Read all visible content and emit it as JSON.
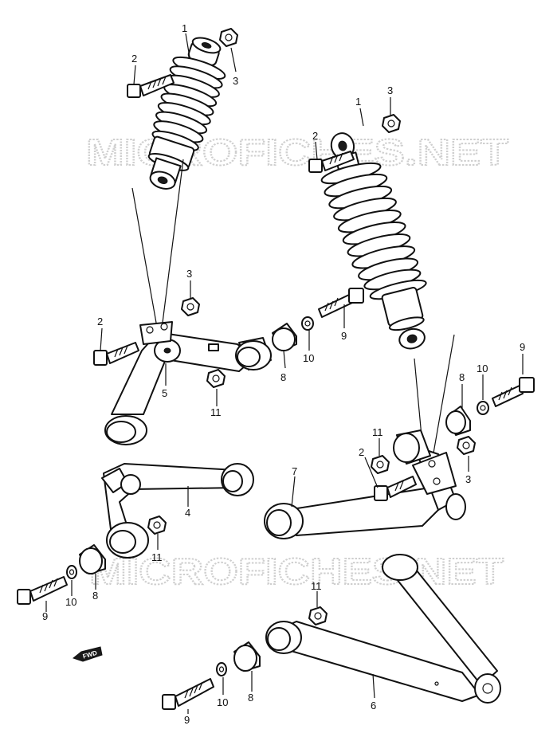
{
  "watermark": "MICROFICHES.NET",
  "fwd_label": "FWD",
  "callouts": {
    "c1a": "1",
    "c2a": "2",
    "c3a": "3",
    "c1b": "1",
    "c2b": "2",
    "c3b": "3",
    "c3c": "3",
    "c2c": "2",
    "c9a": "9",
    "c10a": "10",
    "c8a": "8",
    "c5": "5",
    "c11a": "11",
    "c9b": "9",
    "c10b": "10",
    "c8b": "8",
    "c11b": "11",
    "c2d": "2",
    "c3d": "3",
    "c7": "7",
    "c4": "4",
    "c11c": "11",
    "c9c": "9",
    "c10c": "10",
    "c8c": "8",
    "c11d": "11",
    "c9d": "9",
    "c10d": "10",
    "c8d": "8",
    "c6": "6"
  },
  "colors": {
    "line": "#111111",
    "watermark": "#cfcfcf",
    "background": "#ffffff"
  }
}
